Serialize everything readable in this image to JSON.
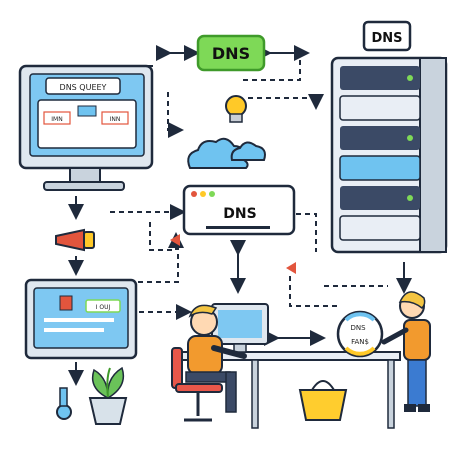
{
  "labels": {
    "dns_green": "DNS",
    "dns_server": "DNS",
    "dns_browser": "DNS",
    "dns_query": "DNS QUEEY",
    "monitor_top_btn1": "IMN",
    "monitor_top_btn2": "INN",
    "monitor_bottom_btn": "I OUJ",
    "sign_text1": "DNS",
    "sign_text2": "FAN$"
  },
  "colors": {
    "green_box": "#7ed957",
    "green_border": "#3f9a2a",
    "screen_blue": "#7ec8f2",
    "server_body": "#e9eef5",
    "server_dark": "#3b4a66",
    "cloud": "#6fc3f0",
    "bulb": "#ffc928",
    "person_shirt": "#f29a2e",
    "hair": "#f4c542",
    "basket": "#ffcd2e",
    "chair": "#e8574a",
    "plant": "#6ac259",
    "pot": "#d8e2ea",
    "megaphone": "#e2553d",
    "arrow": "#1f2a3c"
  }
}
